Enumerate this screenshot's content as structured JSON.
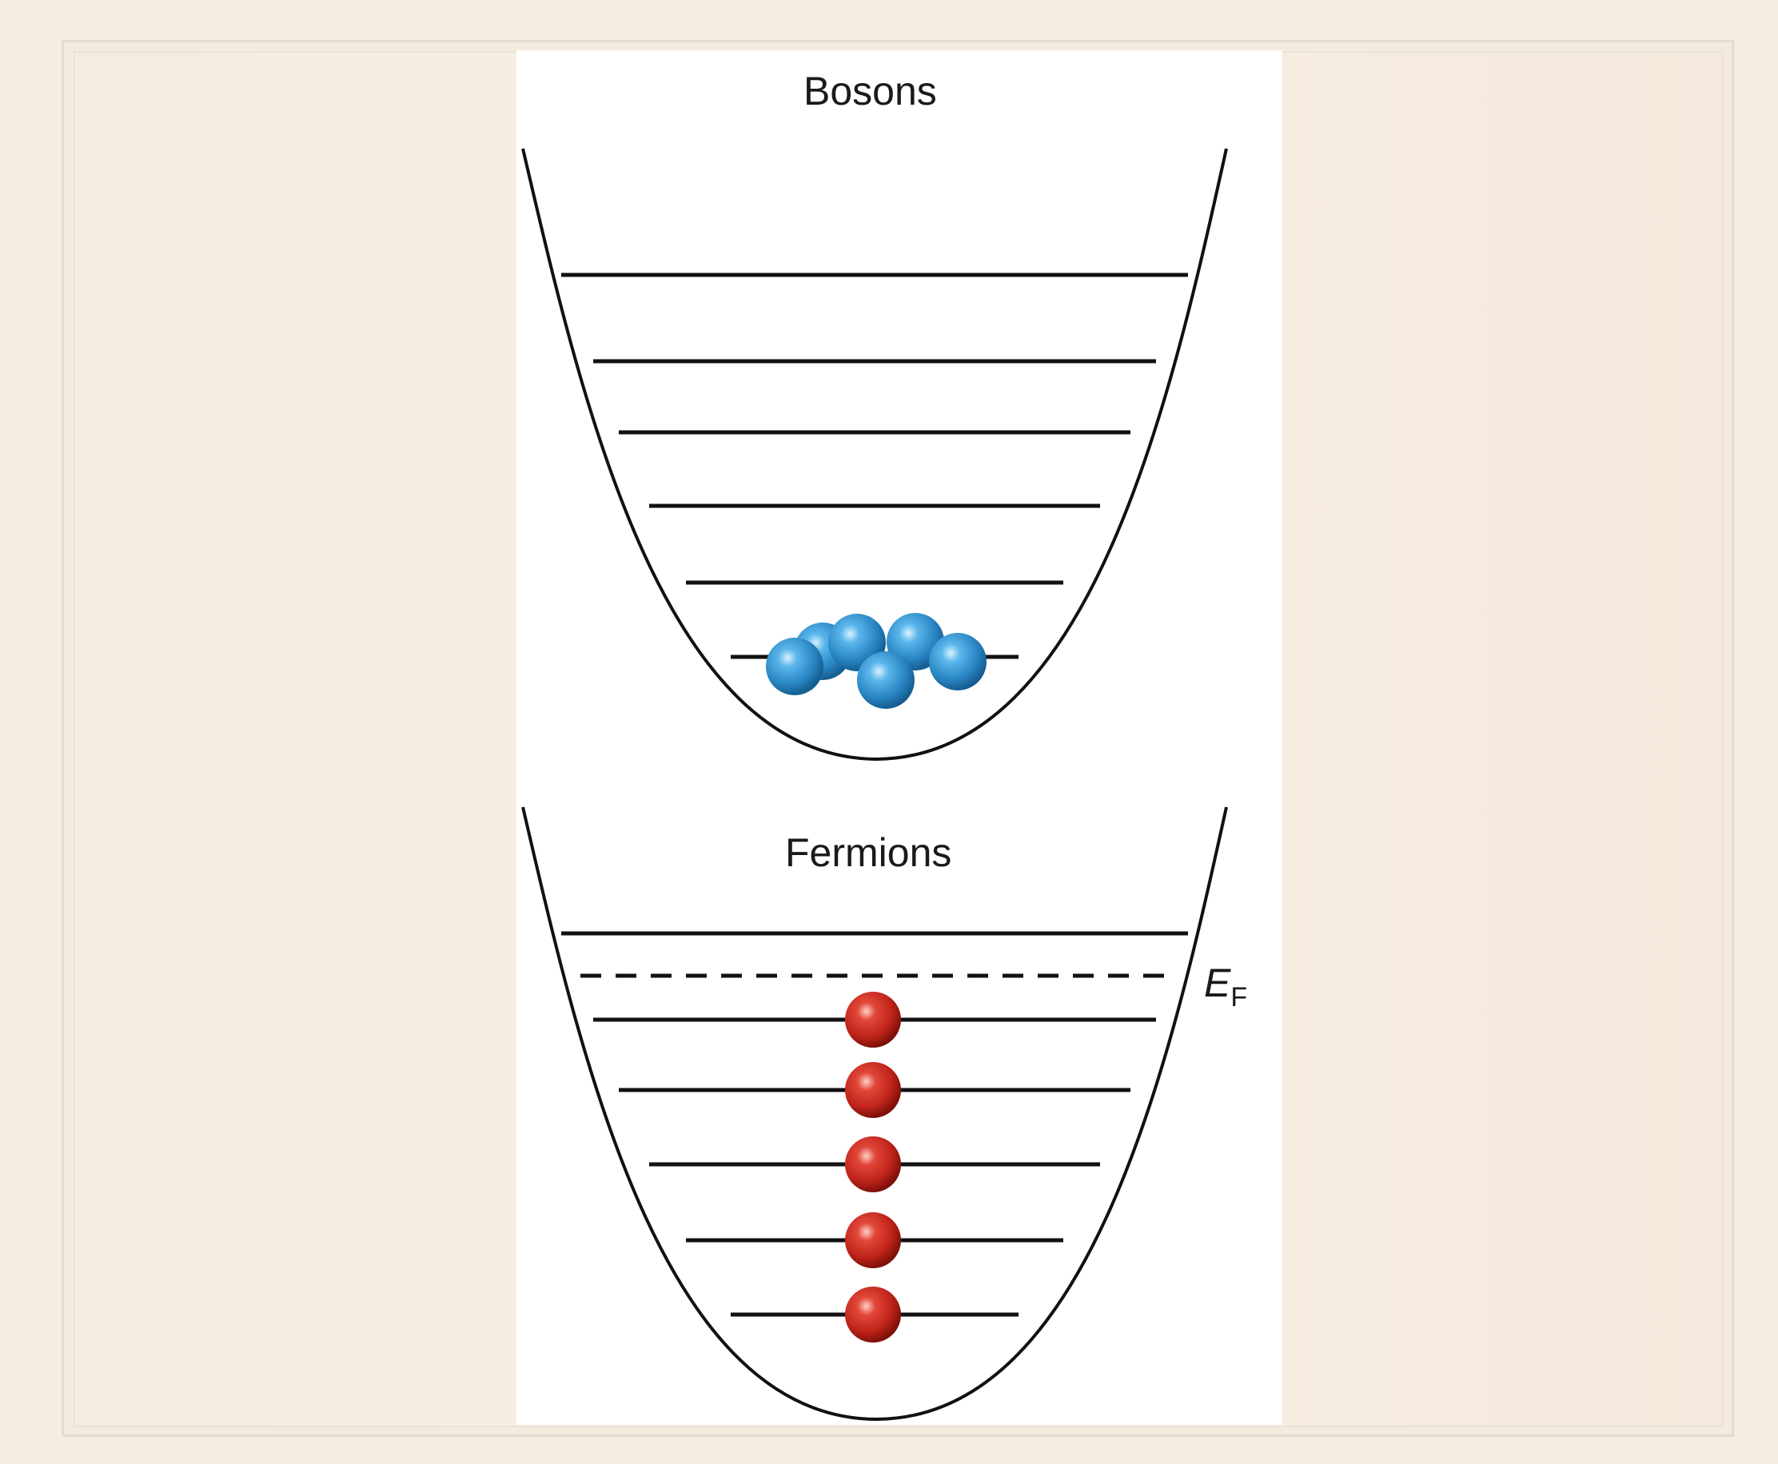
{
  "diagram": {
    "top_panel": {
      "title": "Bosons",
      "energy_levels": 6,
      "particle_color": "#2f8fc9",
      "particle_count": 6,
      "occupied_level": "ground"
    },
    "bottom_panel": {
      "title": "Fermions",
      "energy_levels": 6,
      "particle_color": "#c8281e",
      "particle_count": 5,
      "fermi_label": "E",
      "fermi_subscript": "F"
    }
  }
}
